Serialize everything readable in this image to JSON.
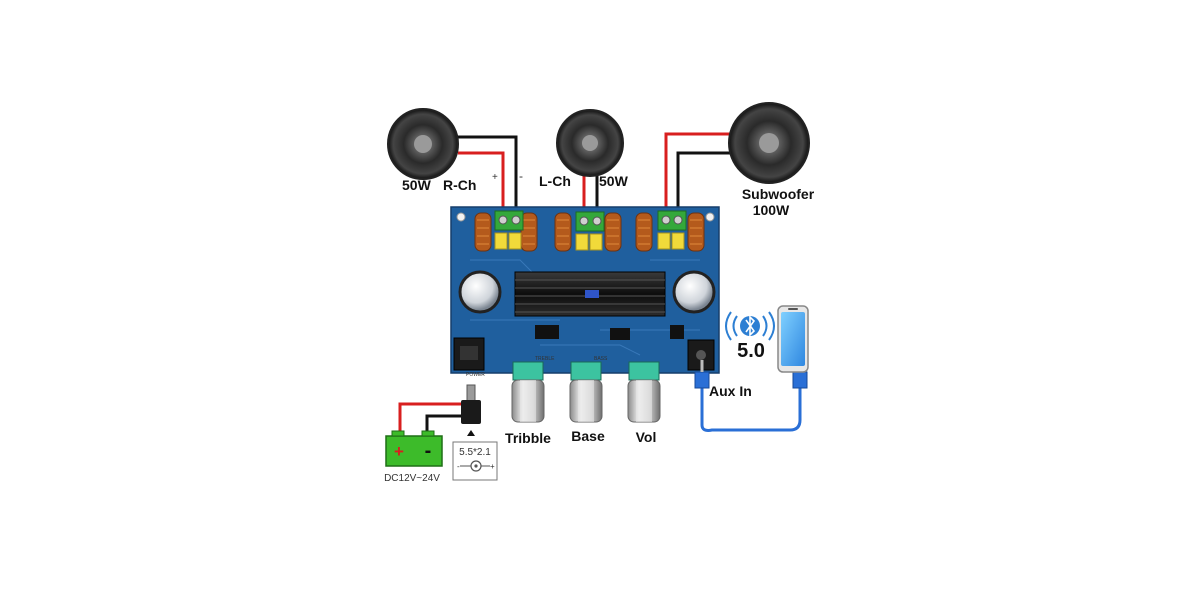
{
  "speakers": {
    "right": {
      "power": "50W",
      "channel": "R-Ch"
    },
    "left": {
      "channel": "L-Ch",
      "power": "50W"
    },
    "sub": {
      "name": "Subwoofer",
      "power": "100W"
    }
  },
  "polarity": {
    "plus": "+",
    "minus": "-"
  },
  "knobs": {
    "treble": "Tribble",
    "bass": "Base",
    "volume": "Vol"
  },
  "aux_label": "Aux In",
  "bluetooth_version": "5.0",
  "battery": {
    "plus": "+",
    "minus": "-",
    "voltage": "DC12V~24V"
  },
  "dc_jack": {
    "size": "5.5*2.1",
    "minus": "-",
    "plus": "+"
  },
  "board_silk": {
    "power": "POWER",
    "treble": "TREBLE",
    "bass": "BASS"
  },
  "colors": {
    "board": "#1f5f9e",
    "wire_red": "#d81f1f",
    "wire_black": "#111111",
    "wire_blue": "#2a6fd6",
    "battery": "#3dbb2a",
    "bt_blue": "#2d7fd3"
  },
  "icons": [
    "speaker-icon",
    "bluetooth-icon",
    "phone-icon",
    "battery-icon",
    "dc-jack-icon"
  ]
}
